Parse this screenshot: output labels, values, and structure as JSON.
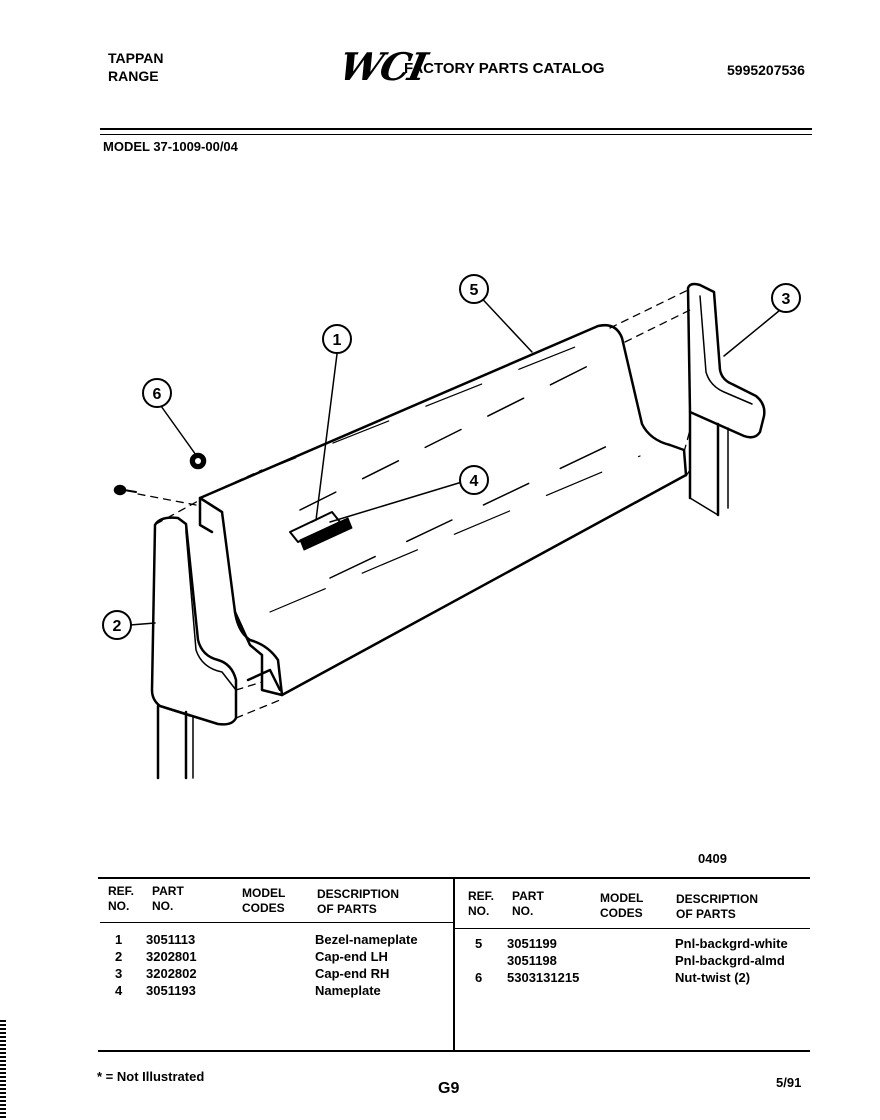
{
  "header": {
    "brand_line1": "TAPPAN",
    "brand_line2": "RANGE",
    "logo": "WCI",
    "catalog_title": "FACTORY PARTS CATALOG",
    "catalog_number": "5995207536",
    "model": "MODEL 37-1009-00/04"
  },
  "diagram": {
    "callouts": [
      "1",
      "2",
      "3",
      "4",
      "5",
      "6"
    ],
    "figure_code": "0409"
  },
  "table": {
    "headers": {
      "ref_no": [
        "REF.",
        "NO."
      ],
      "part_no": [
        "PART",
        "NO."
      ],
      "model_codes": [
        "MODEL",
        "CODES"
      ],
      "description": [
        "DESCRIPTION",
        "OF PARTS"
      ]
    },
    "left_rows": [
      {
        "ref": "1",
        "part": "3051113",
        "desc": "Bezel-nameplate"
      },
      {
        "ref": "2",
        "part": "3202801",
        "desc": "Cap-end LH"
      },
      {
        "ref": "3",
        "part": "3202802",
        "desc": "Cap-end RH"
      },
      {
        "ref": "4",
        "part": "3051193",
        "desc": "Nameplate"
      }
    ],
    "right_rows": [
      {
        "ref": "5",
        "part": "3051199",
        "desc": "Pnl-backgrd-white"
      },
      {
        "ref": "",
        "part": "3051198",
        "desc": "Pnl-backgrd-almd"
      },
      {
        "ref": "6",
        "part": "5303131215",
        "desc": "Nut-twist (2)"
      }
    ]
  },
  "footer": {
    "note": "* = Not Illustrated",
    "page_code": "G9",
    "date": "5/91"
  }
}
